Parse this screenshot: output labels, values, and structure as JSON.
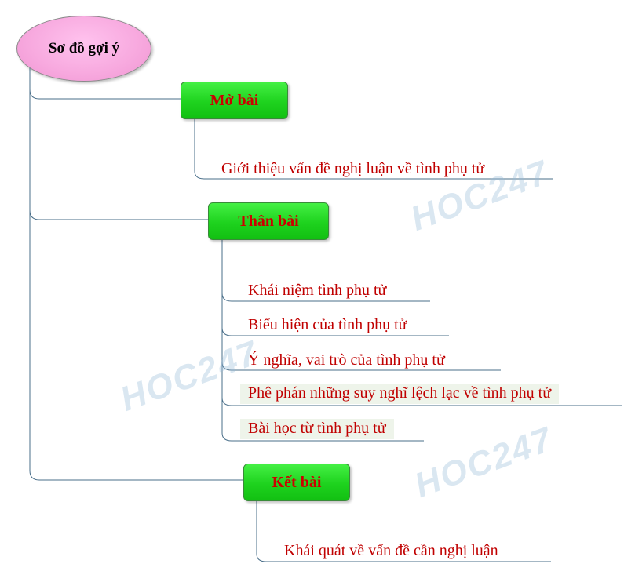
{
  "diagram": {
    "root": {
      "label": "Sơ đồ gợi ý"
    },
    "branches": [
      {
        "label": "Mở bài",
        "items": [
          "Giới thiệu vấn đề nghị luận về tình phụ tử"
        ]
      },
      {
        "label": "Thân bài",
        "items": [
          "Khái niệm tình phụ tử",
          "Biểu hiện của tình phụ tử",
          "Ý nghĩa, vai trò của tình phụ tử",
          "Phê phán những suy nghĩ lệch lạc về tình phụ tử",
          "Bài học từ tình phụ tử"
        ]
      },
      {
        "label": "Kết bài",
        "items": [
          "Khái quát về vấn đề cần nghị luận"
        ]
      }
    ]
  },
  "watermark": {
    "text": "HOC247"
  },
  "colors": {
    "root_fill": "#f7a8de",
    "branch_fill": "#22d622",
    "text_red": "#cc0000",
    "line": "#4a6f8a"
  }
}
